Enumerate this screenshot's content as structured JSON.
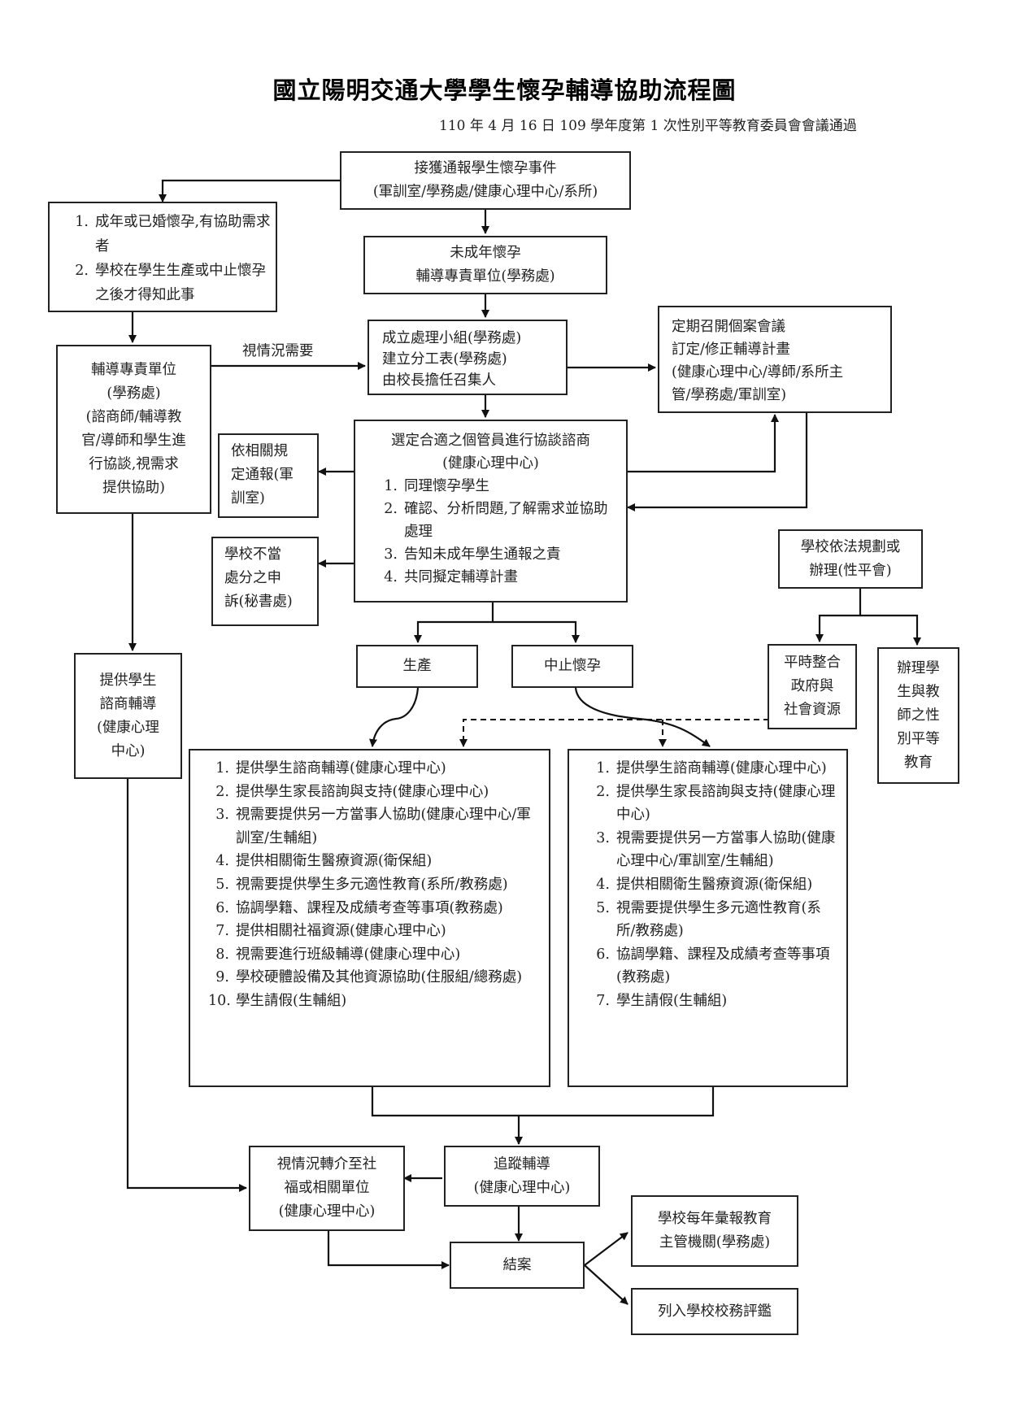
{
  "header": {
    "title": "國立陽明交通大學學生懷孕輔導協助流程圖",
    "subtitle": "110 年 4 月 16 日 109 學年度第 1 次性別平等教育委員會會議通過"
  },
  "nodes": {
    "report": {
      "lines": [
        "接獲通報學生懷孕事件",
        "(軍訓室/學務處/健康心理中心/系所)"
      ]
    },
    "adult": {
      "items": [
        {
          "num": "1.",
          "text": "成年或已婚懷孕,有協助需求者"
        },
        {
          "num": "2.",
          "text": "學校在學生生產或中止懷孕之後才得知此事"
        }
      ]
    },
    "minor": {
      "lines": [
        "未成年懷孕",
        "輔導專責單位(學務處)"
      ]
    },
    "counsel_unit": {
      "lines": [
        "輔導專責單位",
        "(學務處)",
        "(諮商師/輔導教",
        "官/導師和學生進",
        "行協談,視需求",
        "提供協助)"
      ]
    },
    "task_group": {
      "lines": [
        "成立處理小組(學務處)",
        "建立分工表(學務處)",
        "由校長擔任召集人"
      ]
    },
    "case_meeting": {
      "lines": [
        "定期召開個案會議",
        "訂定/修正輔導計畫",
        "(健康心理中心/導師/系所主",
        "管/學務處/軍訓室)"
      ]
    },
    "notify": {
      "lines": [
        "依相關規",
        "定通報(軍",
        "訓室)"
      ]
    },
    "appeal": {
      "lines": [
        "學校不當",
        "處分之申",
        "訴(秘書處)"
      ]
    },
    "case_manager": {
      "heading": [
        "選定合適之個管員進行協談諮商",
        "(健康心理中心)"
      ],
      "items": [
        {
          "num": "1.",
          "text": "同理懷孕學生"
        },
        {
          "num": "2.",
          "text": "確認、分析問題,了解需求並協助處理"
        },
        {
          "num": "3.",
          "text": "告知未成年學生通報之責"
        },
        {
          "num": "4.",
          "text": "共同擬定輔導計畫"
        }
      ]
    },
    "school_law": {
      "lines": [
        "學校依法規劃或",
        "辦理(性平會)"
      ]
    },
    "birth": {
      "label": "生產"
    },
    "termination": {
      "label": "中止懷孕"
    },
    "resources": {
      "lines": [
        "平時整合",
        "政府與",
        "社會資源"
      ]
    },
    "gender_edu": {
      "lines": [
        "辦理學",
        "生與教",
        "師之性",
        "別平等",
        "教育"
      ]
    },
    "provide_counsel": {
      "lines": [
        "提供學生",
        "諮商輔導",
        "(健康心理",
        "中心)"
      ]
    },
    "birth_services": {
      "items": [
        {
          "num": "1.",
          "text": "提供學生諮商輔導(健康心理中心)"
        },
        {
          "num": "2.",
          "text": "提供學生家長諮詢與支持(健康心理中心)"
        },
        {
          "num": "3.",
          "text": "視需要提供另一方當事人協助(健康心理中心/軍訓室/生輔組)"
        },
        {
          "num": "4.",
          "text": "提供相關衛生醫療資源(衛保組)"
        },
        {
          "num": "5.",
          "text": "視需要提供學生多元適性教育(系所/教務處)"
        },
        {
          "num": "6.",
          "text": "協調學籍、課程及成績考查等事項(教務處)"
        },
        {
          "num": "7.",
          "text": "提供相關社福資源(健康心理中心)"
        },
        {
          "num": "8.",
          "text": "視需要進行班級輔導(健康心理中心)"
        },
        {
          "num": "9.",
          "text": "學校硬體設備及其他資源協助(住服組/總務處)"
        },
        {
          "num": "10.",
          "text": "學生請假(生輔組)"
        }
      ]
    },
    "termination_services": {
      "items": [
        {
          "num": "1.",
          "text": "提供學生諮商輔導(健康心理中心)"
        },
        {
          "num": "2.",
          "text": "提供學生家長諮詢與支持(健康心理中心)"
        },
        {
          "num": "3.",
          "text": "視需要提供另一方當事人協助(健康心理中心/軍訓室/生輔組)"
        },
        {
          "num": "4.",
          "text": "提供相關衛生醫療資源(衛保組)"
        },
        {
          "num": "5.",
          "text": "視需要提供學生多元適性教育(系所/教務處)"
        },
        {
          "num": "6.",
          "text": "協調學籍、課程及成績考查等事項(教務處)"
        },
        {
          "num": "7.",
          "text": "學生請假(生輔組)"
        }
      ]
    },
    "referral": {
      "lines": [
        "視情況轉介至社",
        "福或相關單位",
        "(健康心理中心)"
      ]
    },
    "follow_up": {
      "lines": [
        "追蹤輔導",
        "(健康心理中心)"
      ]
    },
    "close_case": {
      "label": "結案"
    },
    "annual_report": {
      "lines": [
        "學校每年彙報教育",
        "主管機關(學務處)"
      ]
    },
    "evaluation": {
      "label": "列入學校校務評鑑"
    }
  },
  "edges": {
    "as_needed_label": "視情況需要"
  }
}
